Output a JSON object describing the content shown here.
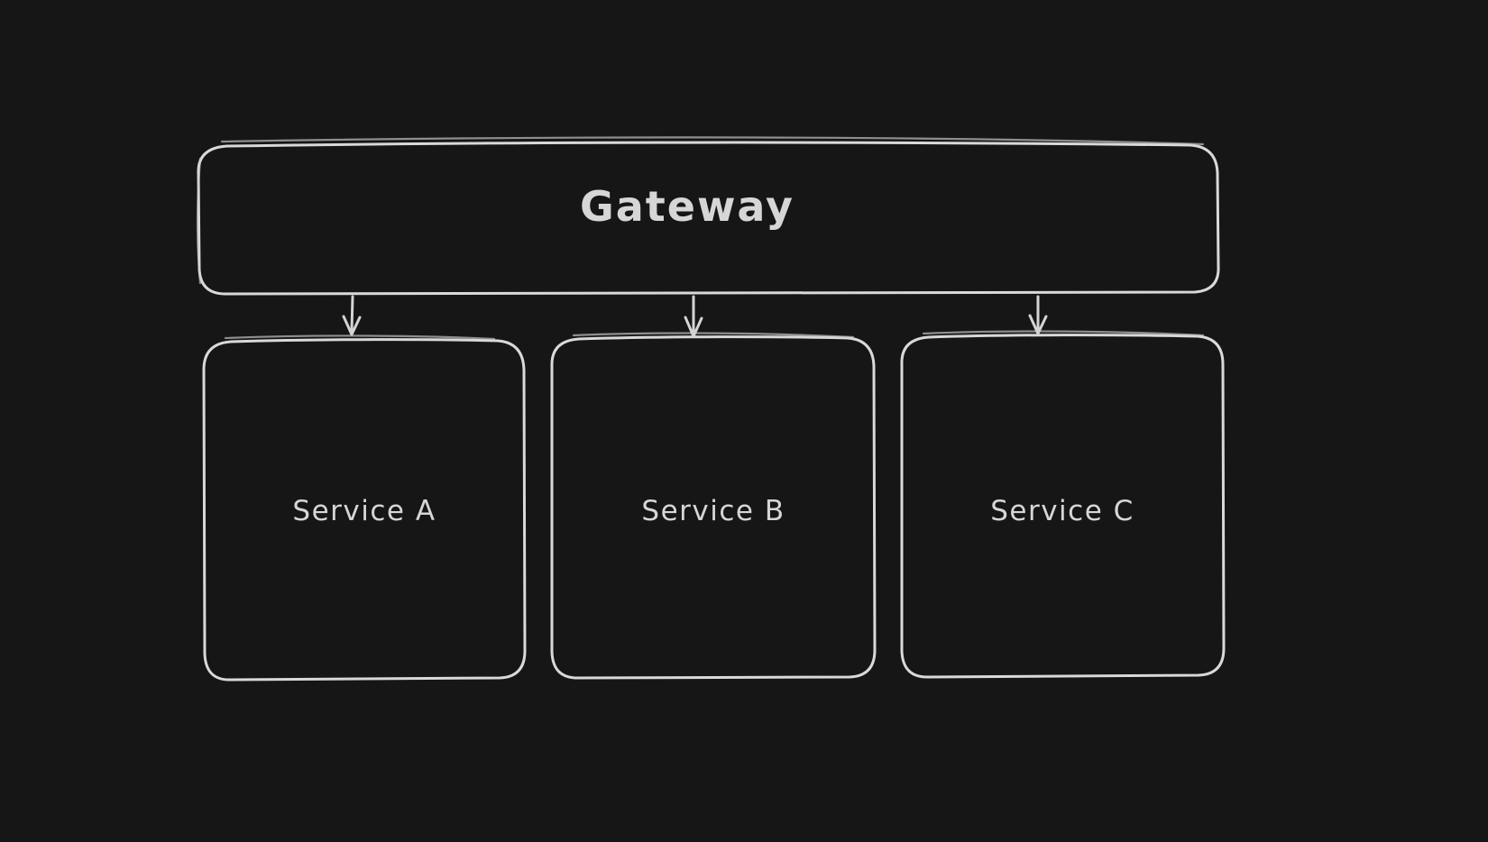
{
  "colors": {
    "canvas_background": "#161616",
    "shape_stroke": "#d9d9d9",
    "text_color": "#d6d6d6"
  },
  "diagram": {
    "nodes": {
      "gateway": {
        "label": "Gateway"
      },
      "service_a": {
        "label": "Service A"
      },
      "service_b": {
        "label": "Service B"
      },
      "service_c": {
        "label": "Service C"
      }
    },
    "edges": [
      {
        "from": "Gateway",
        "to": "Service A"
      },
      {
        "from": "Gateway",
        "to": "Service B"
      },
      {
        "from": "Gateway",
        "to": "Service C"
      }
    ]
  }
}
